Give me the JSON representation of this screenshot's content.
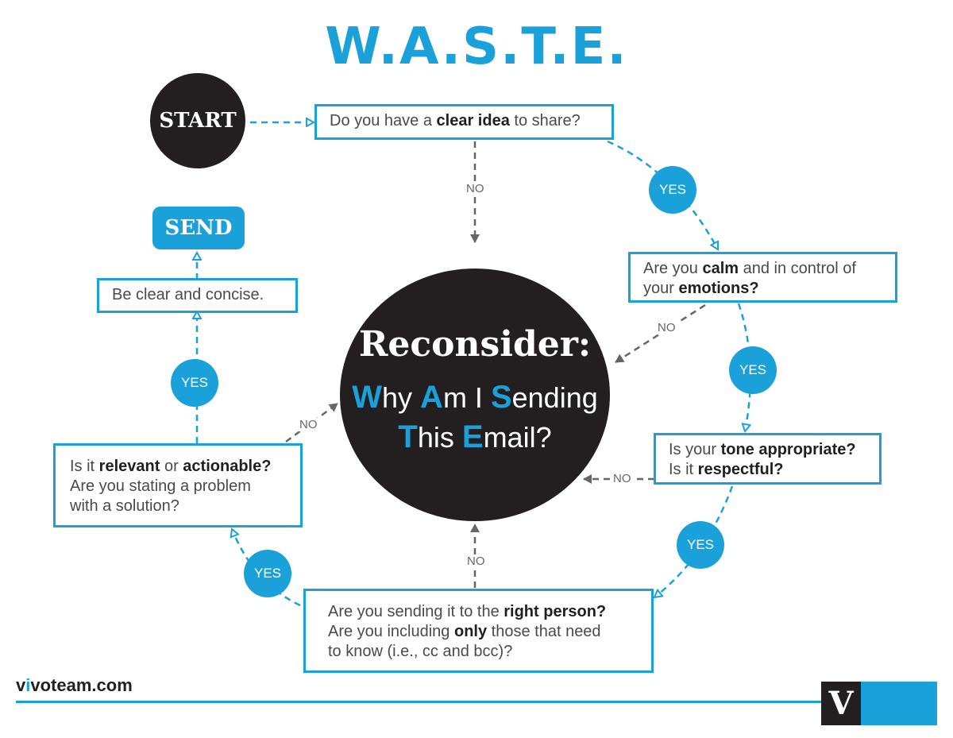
{
  "title": "W.A.S.T.E.",
  "start": "START",
  "send": "SEND",
  "q1": {
    "pre": "Do you have a ",
    "bold": "clear idea",
    "post": " to share?"
  },
  "q2": {
    "l1_pre": "Are you ",
    "l1_bold": "calm",
    "l1_post": " and in control of",
    "l2_pre": "your ",
    "l2_bold": "emotions?"
  },
  "q3": {
    "l1_pre": "Is your ",
    "l1_bold": "tone appropriate?",
    "l2_pre": "Is it ",
    "l2_bold": "respectful?"
  },
  "q4": {
    "l1_pre": "Are you sending it to the ",
    "l1_bold": "right person?",
    "l2_pre": "Are you including ",
    "l2_bold": "only",
    "l2_post": " those that need",
    "l3": "to know (i.e., cc and bcc)?"
  },
  "q5": {
    "l1_pre": "Is it ",
    "l1_bold": "relevant",
    "l1_mid": " or ",
    "l1_bold2": "actionable?",
    "l2": "Are you stating a problem",
    "l3": "with a solution?"
  },
  "q6": "Be clear and concise.",
  "center": {
    "title": "Reconsider:",
    "l1_w": "W",
    "l1_rest1": "hy ",
    "l1_a": "A",
    "l1_rest2": "m I ",
    "l1_s": "S",
    "l1_rest3": "ending",
    "l2_t": "T",
    "l2_rest1": "his ",
    "l2_e": "E",
    "l2_rest2": "mail?"
  },
  "yes_label": "YES",
  "no_label": "NO",
  "footer": {
    "site_v": "v",
    "site_i": "i",
    "site_rest": "voteam.com",
    "logo": "V"
  },
  "colors": {
    "accent": "#1ba1d9",
    "dark": "#231f20",
    "gray_arrow": "#666666"
  }
}
